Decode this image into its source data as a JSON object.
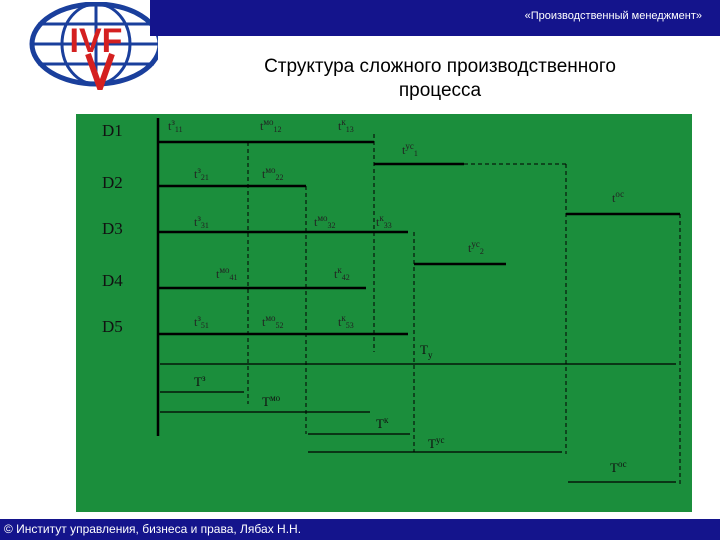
{
  "header": {
    "course_title": "«Производственный менеджмент»"
  },
  "logo": {
    "letters": "IVF"
  },
  "slide": {
    "title_line1": "Структура сложного производственного",
    "title_line2": "процесса"
  },
  "diagram": {
    "rows": [
      "D1",
      "D2",
      "D3",
      "D4",
      "D5"
    ],
    "bg_color": "#1b8e3c",
    "labels": {
      "t3_11": {
        "base": "t",
        "sup": "з",
        "sub": "11"
      },
      "tmo_12": {
        "base": "t",
        "sup": "мо",
        "sub": "12"
      },
      "tk_13": {
        "base": "t",
        "sup": "к",
        "sub": "13"
      },
      "tus_1": {
        "base": "t",
        "sup": "ус",
        "sub": "1"
      },
      "t3_21": {
        "base": "t",
        "sup": "з",
        "sub": "21"
      },
      "tmo_22": {
        "base": "t",
        "sup": "мо",
        "sub": "22"
      },
      "tos": {
        "base": "t",
        "sup": "ос",
        "sub": ""
      },
      "t3_31": {
        "base": "t",
        "sup": "з",
        "sub": "31"
      },
      "tmo_32": {
        "base": "t",
        "sup": "мо",
        "sub": "32"
      },
      "tk_33": {
        "base": "t",
        "sup": "к",
        "sub": "33"
      },
      "tus_2": {
        "base": "t",
        "sup": "ус",
        "sub": "2"
      },
      "tmo_41": {
        "base": "t",
        "sup": "мо",
        "sub": "41"
      },
      "tk_42": {
        "base": "t",
        "sup": "к",
        "sub": "42"
      },
      "t3_51": {
        "base": "t",
        "sup": "з",
        "sub": "51"
      },
      "tmo_52": {
        "base": "t",
        "sup": "мо",
        "sub": "52"
      },
      "tk_53": {
        "base": "t",
        "sup": "к",
        "sub": "53"
      }
    },
    "totals": {
      "Ty": {
        "base": "T",
        "sub": "у",
        "sup": ""
      },
      "T3": {
        "base": "T",
        "sup": "з",
        "sub": ""
      },
      "Tmo": {
        "base": "T",
        "sup": "мо",
        "sub": ""
      },
      "Tk": {
        "base": "T",
        "sup": "к",
        "sub": ""
      },
      "Tus": {
        "base": "T",
        "sup": "ус",
        "sub": ""
      },
      "Tos": {
        "base": "T",
        "sup": "ос",
        "sub": ""
      }
    }
  },
  "footer": {
    "copyright": "© Институт управления, бизнеса и права, Лябах Н.Н."
  },
  "colors": {
    "bar": "#14148c",
    "logo_red": "#d42020",
    "logo_blue": "#1a3f9c"
  }
}
